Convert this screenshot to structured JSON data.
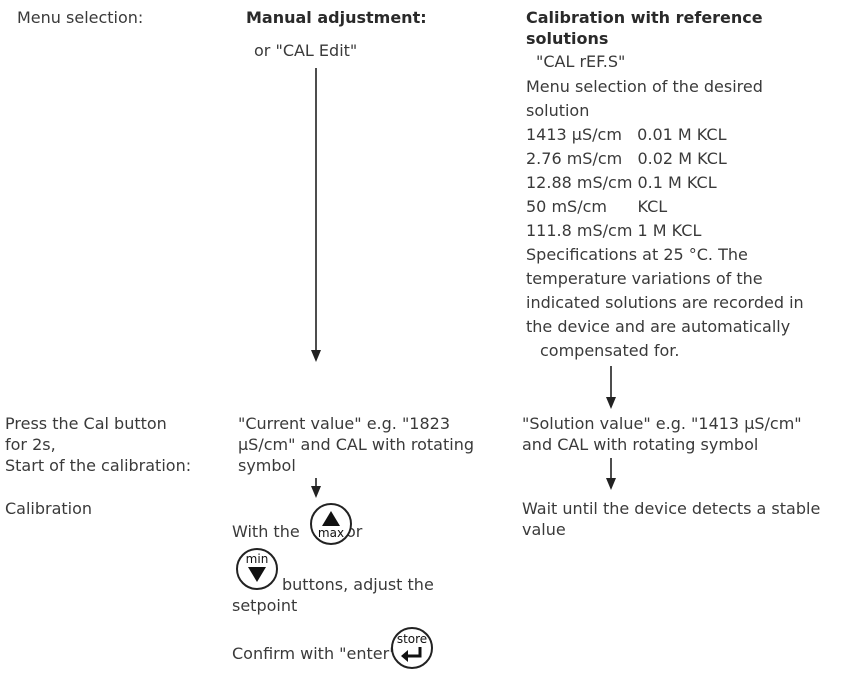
{
  "left": {
    "menu_selection": "Menu selection:",
    "press_1": "Press the Cal button",
    "press_2": "for 2s,",
    "press_3": "Start of the calibration:",
    "calibration": "Calibration"
  },
  "manual": {
    "heading": "Manual adjustment:",
    "or_cal_edit": "or \"CAL Edit\"",
    "current_1": "\"Current value\" e.g. \"1823",
    "current_2": "µS/cm\" and CAL with rotating",
    "current_3": "symbol",
    "with_the": "With the",
    "or": "or",
    "buttons_adjust": "buttons, adjust the",
    "setpoint": "setpoint",
    "confirm": "Confirm with \"enter\"",
    "max_label": "max",
    "min_label": "min",
    "store_label": "store"
  },
  "reference": {
    "heading_1": "Calibration with reference",
    "heading_2": "solutions",
    "cal_ref": "\"CAL rEF.S\"",
    "menu_sel_1": "Menu selection of the desired",
    "menu_sel_2": "solution",
    "solutions": [
      "1413 µS/cm   0.01 M KCL",
      "2.76 mS/cm   0.02 M KCL",
      "12.88 mS/cm 0.1 M KCL",
      "50 mS/cm      KCL",
      "111.8 mS/cm 1 M KCL"
    ],
    "spec_1": "Specifications at 25 °C. The",
    "spec_2": "temperature variations of the",
    "spec_3": "indicated solutions are recorded in",
    "spec_4": "the device and are automatically",
    "spec_5": "compensated for.",
    "solution_1": "\"Solution value\" e.g. \"1413 µS/cm\"",
    "solution_2": "and CAL with rotating symbol",
    "wait_1": "Wait until the device detects a stable",
    "wait_2": "value"
  }
}
